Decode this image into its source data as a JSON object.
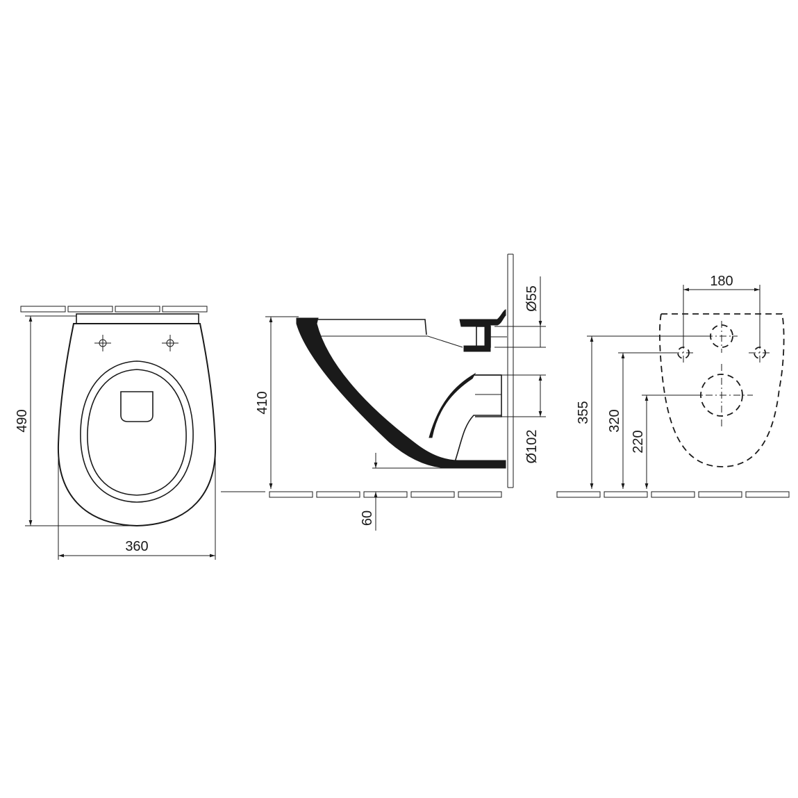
{
  "views": {
    "top": {
      "width_label": "360",
      "depth_label": "490"
    },
    "side": {
      "height_label": "410",
      "offset_label": "60",
      "inlet_label": "Ø55",
      "outlet_label": "Ø102"
    },
    "rear": {
      "hole_spacing_label": "180",
      "inlet_height_label": "355",
      "fixing_height_label": "320",
      "outlet_height_label": "220"
    }
  },
  "colors": {
    "line": "#1a1a1a",
    "background": "#ffffff"
  }
}
